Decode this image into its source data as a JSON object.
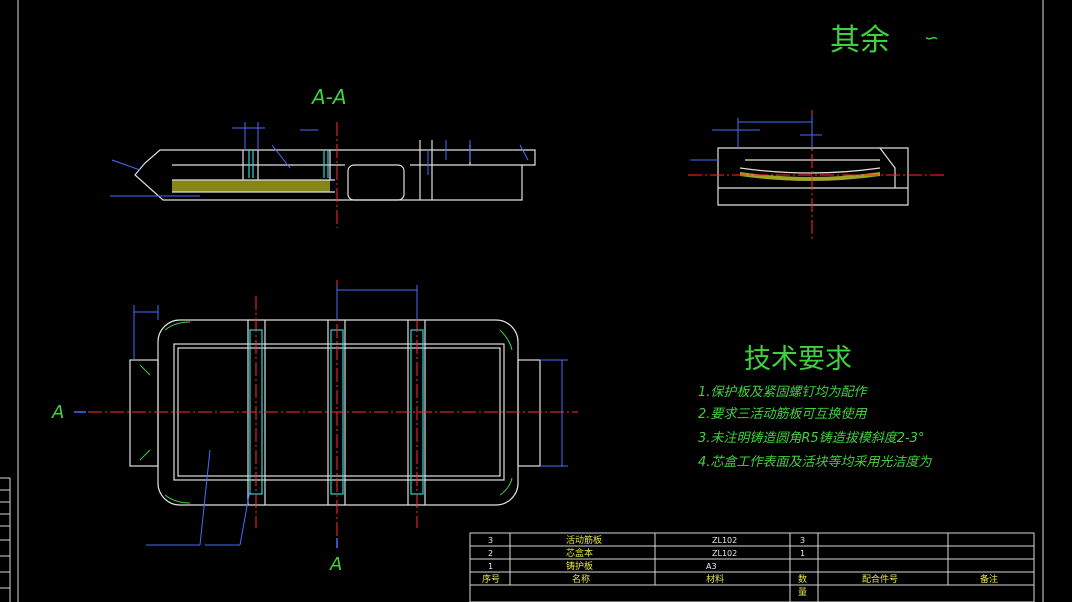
{
  "roughness_note": {
    "label": "其余",
    "symbol": "∽"
  },
  "section_label": "A-A",
  "section_mark_left": "A",
  "section_mark_bottom": "A",
  "tech_requirements": {
    "title": "技术要求",
    "items": [
      "1.保护板及紧固螺钉均为配作",
      "2.要求三活动筋板可互换使用",
      "3.未注明铸造圆角R5铸造拔模斜度2-3°",
      "4.芯盒工作表面及活块等均采用光洁度为"
    ]
  },
  "parts_table": {
    "rows": [
      {
        "no": "3",
        "name": "活动筋板",
        "material": "ZL102",
        "qty": "3"
      },
      {
        "no": "2",
        "name": "芯盒本",
        "material": "ZL102",
        "qty": "1"
      },
      {
        "no": "1",
        "name": "铸护板",
        "material": "A3",
        "qty": ""
      }
    ],
    "header": {
      "no": "序号",
      "name": "名称",
      "material": "材料",
      "qty": "数",
      "related": "配合件号",
      "remark": "备注"
    },
    "qty_sub": "量"
  },
  "colors": {
    "background": "#000000",
    "outline": "#ffffff",
    "center_line": "#ff2b2b",
    "dimension": "#4a6bff",
    "hatch": "#c9c92a",
    "cyan": "#2fd3d3",
    "green": "#3fd13f",
    "frame": "#d8d8d8"
  }
}
